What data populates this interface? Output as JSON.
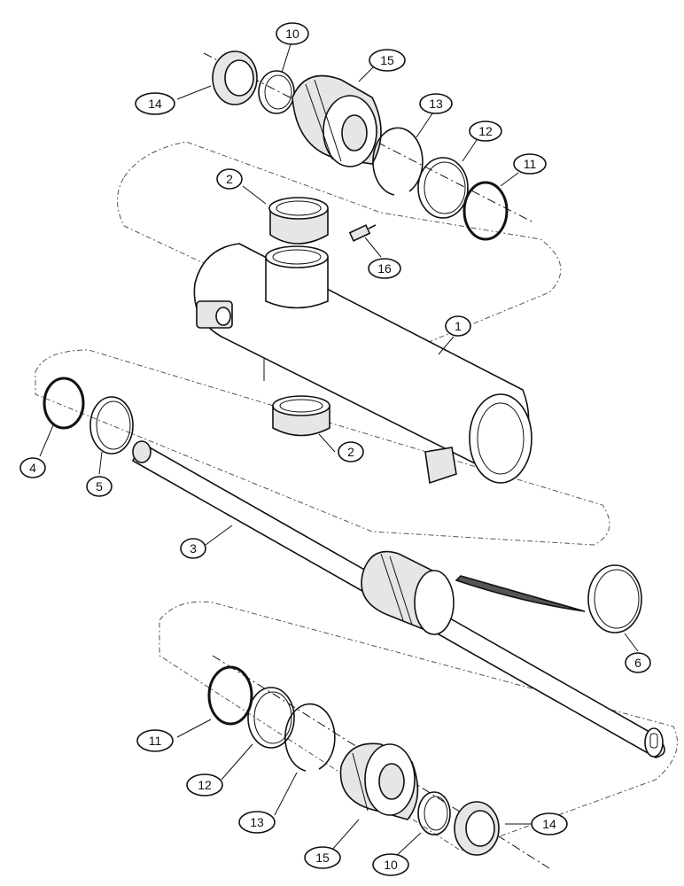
{
  "callouts": [
    {
      "id": "c14a",
      "label": "14"
    },
    {
      "id": "c10a",
      "label": "10"
    },
    {
      "id": "c15a",
      "label": "15"
    },
    {
      "id": "c13a",
      "label": "13"
    },
    {
      "id": "c12a",
      "label": "12"
    },
    {
      "id": "c11a",
      "label": "11"
    },
    {
      "id": "c2a",
      "label": "2"
    },
    {
      "id": "c16",
      "label": "16"
    },
    {
      "id": "c1",
      "label": "1"
    },
    {
      "id": "c2b",
      "label": "2"
    },
    {
      "id": "c4",
      "label": "4"
    },
    {
      "id": "c5",
      "label": "5"
    },
    {
      "id": "c3",
      "label": "3"
    },
    {
      "id": "c6",
      "label": "6"
    },
    {
      "id": "c11b",
      "label": "11"
    },
    {
      "id": "c12b",
      "label": "12"
    },
    {
      "id": "c13b",
      "label": "13"
    },
    {
      "id": "c15b",
      "label": "15"
    },
    {
      "id": "c10b",
      "label": "10"
    },
    {
      "id": "c14b",
      "label": "14"
    }
  ]
}
